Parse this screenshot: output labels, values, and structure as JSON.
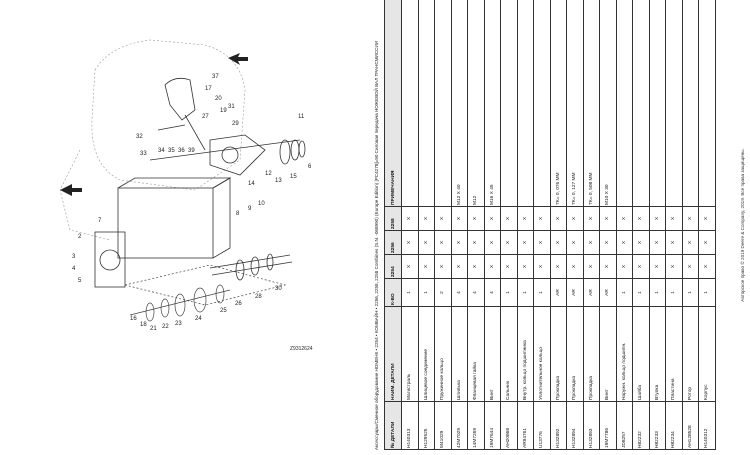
{
  "header_line": "Аксессуары/Сменное оборудование НОМЕНК • 2254 • КОМБАЙН • 2256, 2258, 2258 Combines (S.N. -068990) (Europe Edition) [PC4278]=90 Силовая передача НОЖЕВОЙ ВАЛ ТРАНСМИССИИ",
  "figure_code": "Z9312624",
  "footer_text": "Авторское право © 2019 Deere & Company, 2019. Все права защищены.",
  "callouts": [
    "37",
    "17",
    "20",
    "19",
    "27",
    "31",
    "29",
    "32",
    "33",
    "34",
    "35",
    "36",
    "39",
    "11",
    "6",
    "2",
    "3",
    "4",
    "5",
    "7",
    "8",
    "9",
    "10",
    "12",
    "13",
    "14",
    "15",
    "16",
    "18",
    "21",
    "22",
    "23",
    "24",
    "25",
    "26",
    "28",
    "30"
  ],
  "table": {
    "headers": [
      "№ ДЕТАЛИ",
      "НАИМ. ДЕТАЛИ",
      "К-ВО",
      "2254",
      "2256",
      "2258",
      "ПРИМЕЧАНИЯ"
    ],
    "rows": [
      {
        "pn": "H140313",
        "name": "Магистраль",
        "qty": "1",
        "m1": "X",
        "m2": "X",
        "m3": "X",
        "note": ""
      },
      {
        "pn": "H129525",
        "name": "Шлицевое соединение",
        "qty": "1",
        "m1": "X",
        "m2": "X",
        "m3": "X",
        "note": ""
      },
      {
        "pn": "M41029",
        "name": "Пружинное кольцо",
        "qty": "2",
        "m1": "X",
        "m2": "X",
        "m3": "X",
        "note": ""
      },
      {
        "pn": "42M7029",
        "name": "Шпилька",
        "qty": "4",
        "m1": "X",
        "m2": "X",
        "m3": "X",
        "note": "M12 X 40"
      },
      {
        "pn": "14M7269",
        "name": "Фланцевая гайка",
        "qty": "4",
        "m1": "X",
        "m2": "X",
        "m3": "X",
        "note": "M12"
      },
      {
        "pn": "19M7644",
        "name": "Винт",
        "qty": "4",
        "m1": "X",
        "m2": "X",
        "m3": "X",
        "note": "M16 X 45"
      },
      {
        "pn": "AH20868",
        "name": "Сальник",
        "qty": "1",
        "m1": "X",
        "m2": "X",
        "m3": "X",
        "note": ""
      },
      {
        "pn": "AR94761",
        "name": "Внутр. кольцо подшипника",
        "qty": "1",
        "m1": "X",
        "m2": "X",
        "m3": "X",
        "note": ""
      },
      {
        "pn": "U13776",
        "name": "Уплотнительное кольцо",
        "qty": "1",
        "m1": "X",
        "m2": "X",
        "m3": "X",
        "note": ""
      },
      {
        "pn": "H132892",
        "name": "Прокладка",
        "qty": "AR",
        "m1": "X",
        "m2": "X",
        "m3": "X",
        "note": "ТК= 0, 076 ММ"
      },
      {
        "pn": "H132894",
        "name": "Прокладка",
        "qty": "AR",
        "m1": "X",
        "m2": "X",
        "m3": "X",
        "note": "ТК= 0, 127 ММ"
      },
      {
        "pn": "H132893",
        "name": "Прокладка",
        "qty": "AR",
        "m1": "X",
        "m2": "X",
        "m3": "X",
        "note": "ТК= 0, 508 ММ"
      },
      {
        "pn": "19M7786",
        "name": "Винт",
        "qty": "AR",
        "m1": "X",
        "m2": "X",
        "m3": "X",
        "note": "M10 X 30"
      },
      {
        "pn": "JD8257",
        "name": "Наружн. кольцо подшипн.",
        "qty": "1",
        "m1": "X",
        "m2": "X",
        "m3": "X",
        "note": ""
      },
      {
        "pn": "H82232",
        "name": "Шайба",
        "qty": "1",
        "m1": "X",
        "m2": "X",
        "m3": "X",
        "note": ""
      },
      {
        "pn": "H82233",
        "name": "Втулка",
        "qty": "1",
        "m1": "X",
        "m2": "X",
        "m3": "X",
        "note": ""
      },
      {
        "pn": "H82234",
        "name": "Пластина",
        "qty": "1",
        "m1": "X",
        "m2": "X",
        "m3": "X",
        "note": ""
      },
      {
        "pn": "AH128528",
        "name": "Ротор",
        "qty": "1",
        "m1": "X",
        "m2": "X",
        "m3": "X",
        "note": ""
      },
      {
        "pn": "H140312",
        "name": "Корпус",
        "qty": "1",
        "m1": "X",
        "m2": "X",
        "m3": "X",
        "note": ""
      }
    ]
  }
}
